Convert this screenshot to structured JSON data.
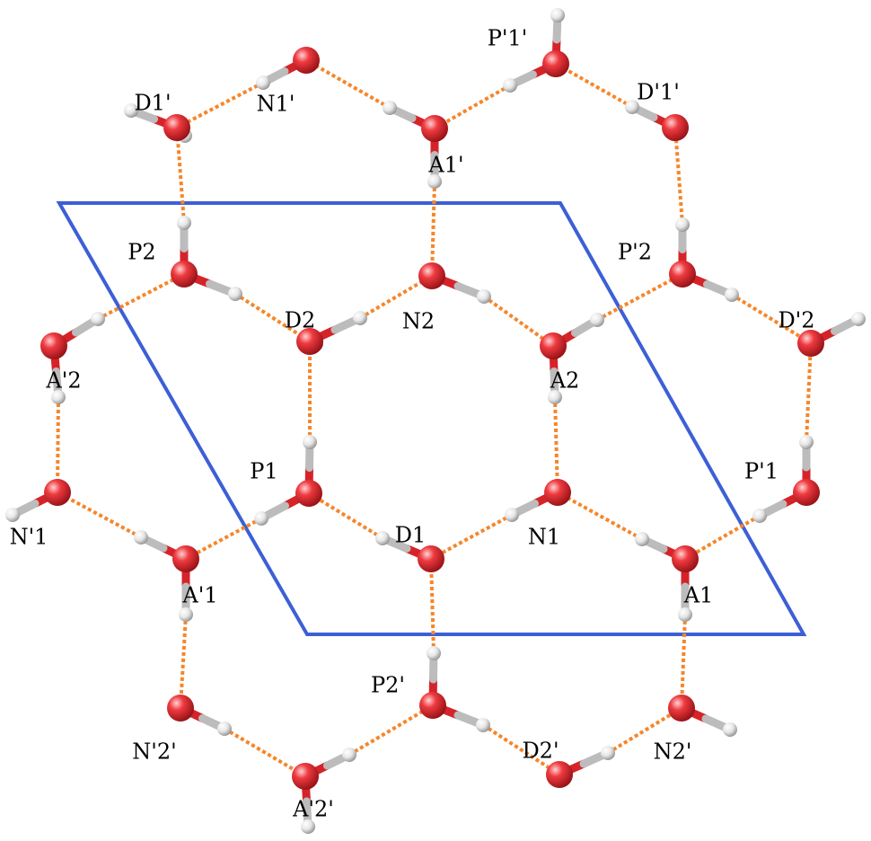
{
  "colors": {
    "background": "#ffffff",
    "oxygen": "#e8202a",
    "hydrogen": "#e6e6e6",
    "hydrogen_bond": "#f5862a",
    "covalent_bond_oxygen": "#d4242a",
    "covalent_bond_hydrogen": "#bcbcbc",
    "unit_cell": "#3d5fd6",
    "label": "#000000"
  },
  "hydrogen_bond_style": "dotted",
  "unit_cell_shape": "parallelogram",
  "molecules": [
    {
      "id": "D1'",
      "label": "D1'"
    },
    {
      "id": "N1'",
      "label": "N1'"
    },
    {
      "id": "A1'",
      "label": "A1'"
    },
    {
      "id": "P'1'",
      "label": "P'1'"
    },
    {
      "id": "D'1'",
      "label": "D'1'"
    },
    {
      "id": "P2",
      "label": "P2"
    },
    {
      "id": "N2",
      "label": "N2"
    },
    {
      "id": "P'2",
      "label": "P'2"
    },
    {
      "id": "A'2",
      "label": "A'2"
    },
    {
      "id": "D2",
      "label": "D2"
    },
    {
      "id": "A2",
      "label": "A2"
    },
    {
      "id": "D'2",
      "label": "D'2"
    },
    {
      "id": "P1",
      "label": "P1"
    },
    {
      "id": "N1",
      "label": "N1"
    },
    {
      "id": "P'1",
      "label": "P'1"
    },
    {
      "id": "N'1",
      "label": "N'1"
    },
    {
      "id": "A'1",
      "label": "A'1"
    },
    {
      "id": "D1",
      "label": "D1"
    },
    {
      "id": "A1",
      "label": "A1"
    },
    {
      "id": "P2'",
      "label": "P2'"
    },
    {
      "id": "N'2'",
      "label": "N'2'"
    },
    {
      "id": "A'2'",
      "label": "A'2'"
    },
    {
      "id": "D2'",
      "label": "D2'"
    },
    {
      "id": "N2'",
      "label": "N2'"
    }
  ],
  "hydrogen_bonds": [
    [
      "D1'",
      "N1'"
    ],
    [
      "N1'",
      "A1'"
    ],
    [
      "A1'",
      "P'1'"
    ],
    [
      "P'1'",
      "D'1'"
    ],
    [
      "D1'",
      "P2"
    ],
    [
      "A1'",
      "N2"
    ],
    [
      "D'1'",
      "P'2"
    ],
    [
      "P2",
      "A'2"
    ],
    [
      "P2",
      "D2"
    ],
    [
      "D2",
      "N2"
    ],
    [
      "N2",
      "A2"
    ],
    [
      "A2",
      "P'2"
    ],
    [
      "P'2",
      "D'2"
    ],
    [
      "A'2",
      "N'1"
    ],
    [
      "D2",
      "P1"
    ],
    [
      "A2",
      "N1"
    ],
    [
      "D'2",
      "P'1"
    ],
    [
      "N'1",
      "A'1"
    ],
    [
      "A'1",
      "P1"
    ],
    [
      "P1",
      "D1"
    ],
    [
      "D1",
      "N1"
    ],
    [
      "N1",
      "A1"
    ],
    [
      "A1",
      "P'1"
    ],
    [
      "A'1",
      "N'2'"
    ],
    [
      "D1",
      "P2'"
    ],
    [
      "A1",
      "N2'"
    ],
    [
      "N'2'",
      "A'2'"
    ],
    [
      "A'2'",
      "P2'"
    ],
    [
      "P2'",
      "D2'"
    ],
    [
      "D2'",
      "N2'"
    ]
  ]
}
